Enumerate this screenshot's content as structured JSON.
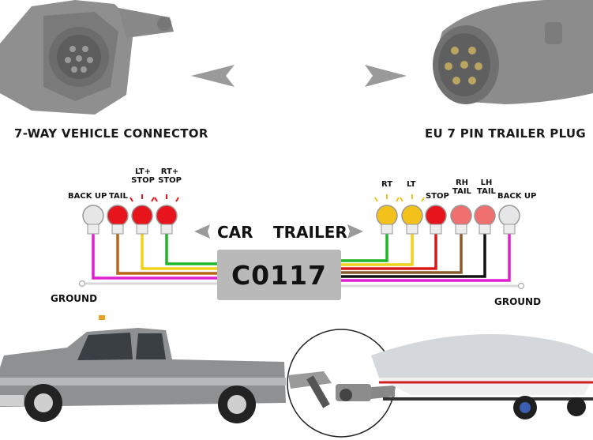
{
  "top": {
    "left_title": "7-WAY VEHICLE CONNECTOR",
    "right_title": "EU 7 PIN TRAILER PLUG"
  },
  "diagram": {
    "model": "C0117",
    "car_label": "CAR",
    "trailer_label": "TRAILER",
    "ground_left": "GROUND",
    "ground_right": "GROUND",
    "car_bulbs": [
      {
        "label": "BACK UP",
        "color": "#e6e6e6",
        "wire": "#e020d0"
      },
      {
        "label": "TAIL",
        "color": "#e8141c",
        "wire": "#b8651a"
      },
      {
        "label": "LT+ STOP",
        "color": "#e8141c",
        "wire": "#f0d21a"
      },
      {
        "label": "RT+ STOP",
        "color": "#e8141c",
        "wire": "#1fb52a"
      }
    ],
    "trailer_bulbs": [
      {
        "label": "RT",
        "color": "#f2c21a",
        "wire": "#1fb52a"
      },
      {
        "label": "LT",
        "color": "#f2c21a",
        "wire": "#f0d21a"
      },
      {
        "label": "STOP",
        "color": "#e8141c",
        "wire": "#d81818"
      },
      {
        "label": "RH TAIL",
        "color": "#f07070",
        "wire": "#8a5a2a"
      },
      {
        "label": "LH TAIL",
        "color": "#f07070",
        "wire": "#111111"
      },
      {
        "label": "BACK UP",
        "color": "#e6e6e6",
        "wire": "#e020d0"
      }
    ]
  },
  "colors": {
    "box": "#b9b9b9",
    "arrow": "#9a9a9a"
  }
}
